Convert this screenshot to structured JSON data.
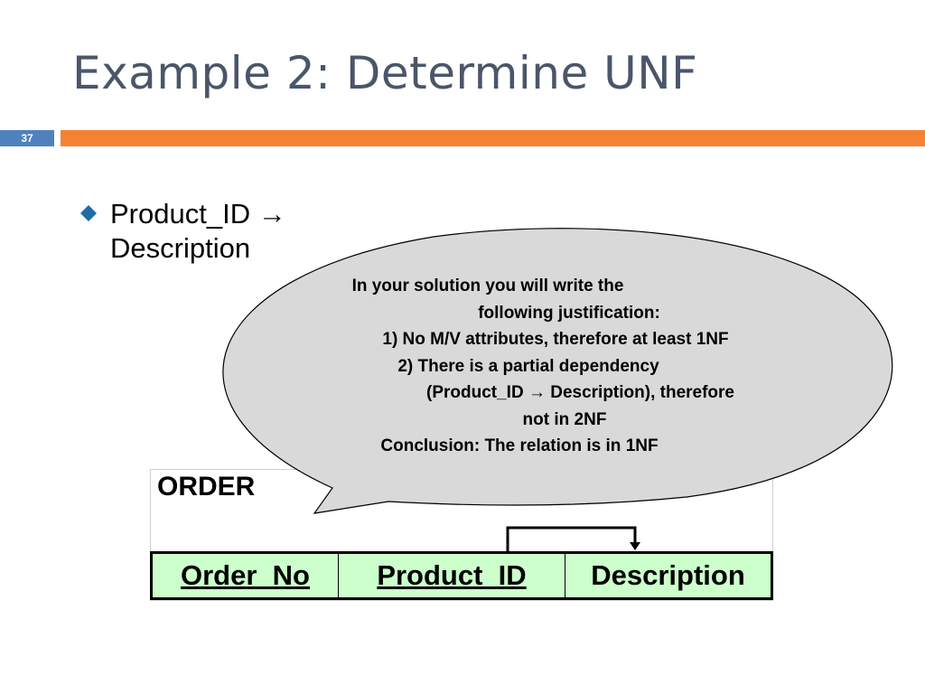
{
  "slide": {
    "title": "Example 2: Determine UNF",
    "number": "37"
  },
  "bullet": {
    "text": "Product_ID → Description"
  },
  "callout": {
    "lines": [
      "In your solution you will write the",
      "following justification:",
      "1) No M/V attributes, therefore at least 1NF",
      "2) There is a partial dependency",
      "(Product_ID → Description), therefore",
      "not in 2NF",
      "Conclusion: The relation is in 1NF"
    ]
  },
  "order": {
    "title": "ORDER",
    "columns": [
      "Order_No",
      "Product_ID",
      "Description"
    ]
  },
  "colors": {
    "title": "#4a5669",
    "accent_orange": "#f58233",
    "accent_blue": "#4f81bd",
    "table_fill": "#ccffcc",
    "callout_fill": "#d9d9d9"
  }
}
